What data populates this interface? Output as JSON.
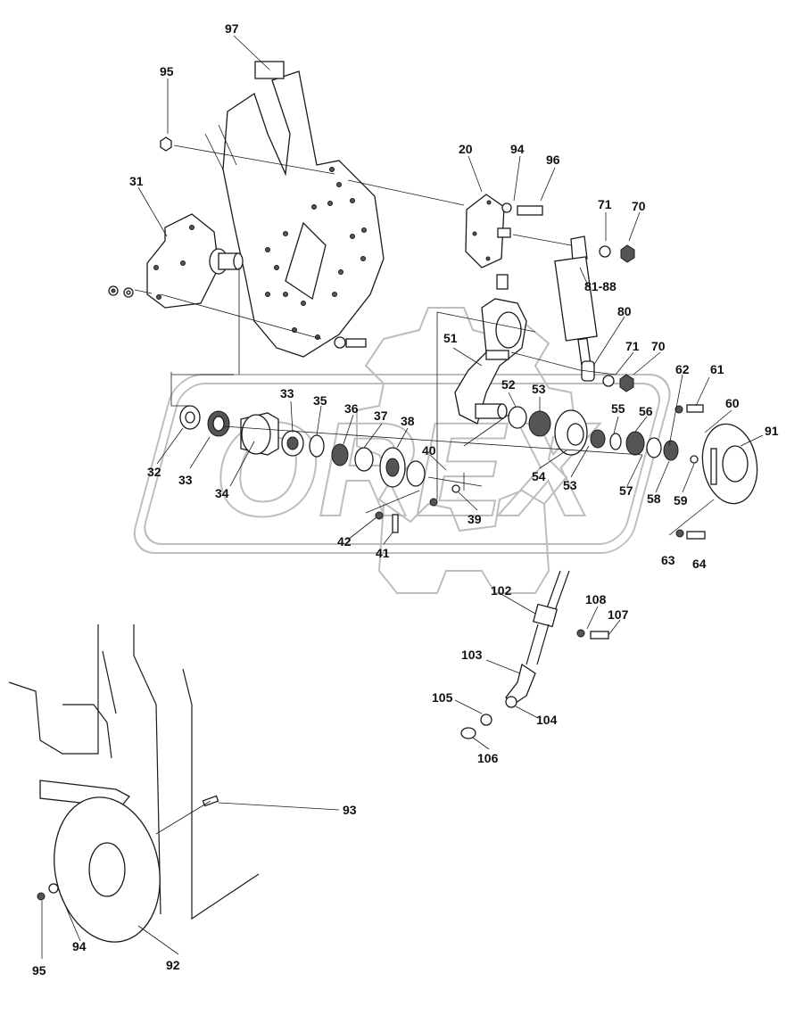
{
  "watermark": "OREX",
  "callouts": [
    {
      "id": "c97",
      "text": "97"
    },
    {
      "id": "c95a",
      "text": "95"
    },
    {
      "id": "c31",
      "text": "31"
    },
    {
      "id": "c20",
      "text": "20"
    },
    {
      "id": "c94a",
      "text": "94"
    },
    {
      "id": "c96",
      "text": "96"
    },
    {
      "id": "c71a",
      "text": "71"
    },
    {
      "id": "c70a",
      "text": "70"
    },
    {
      "id": "c8188",
      "text": "81-88"
    },
    {
      "id": "c80",
      "text": "80"
    },
    {
      "id": "c71b",
      "text": "71"
    },
    {
      "id": "c70b",
      "text": "70"
    },
    {
      "id": "c51",
      "text": "51"
    },
    {
      "id": "c52",
      "text": "52"
    },
    {
      "id": "c53a",
      "text": "53"
    },
    {
      "id": "c62",
      "text": "62"
    },
    {
      "id": "c61",
      "text": "61"
    },
    {
      "id": "c60",
      "text": "60"
    },
    {
      "id": "c91",
      "text": "91"
    },
    {
      "id": "c33a",
      "text": "33"
    },
    {
      "id": "c35",
      "text": "35"
    },
    {
      "id": "c36",
      "text": "36"
    },
    {
      "id": "c37",
      "text": "37"
    },
    {
      "id": "c38",
      "text": "38"
    },
    {
      "id": "c55",
      "text": "55"
    },
    {
      "id": "c56",
      "text": "56"
    },
    {
      "id": "c32",
      "text": "32"
    },
    {
      "id": "c33b",
      "text": "33"
    },
    {
      "id": "c34",
      "text": "34"
    },
    {
      "id": "c40",
      "text": "40"
    },
    {
      "id": "c54",
      "text": "54"
    },
    {
      "id": "c53b",
      "text": "53"
    },
    {
      "id": "c57",
      "text": "57"
    },
    {
      "id": "c58",
      "text": "58"
    },
    {
      "id": "c59",
      "text": "59"
    },
    {
      "id": "c39",
      "text": "39"
    },
    {
      "id": "c42",
      "text": "42"
    },
    {
      "id": "c41",
      "text": "41"
    },
    {
      "id": "c63",
      "text": "63"
    },
    {
      "id": "c64",
      "text": "64"
    },
    {
      "id": "c102",
      "text": "102"
    },
    {
      "id": "c108",
      "text": "108"
    },
    {
      "id": "c107",
      "text": "107"
    },
    {
      "id": "c103",
      "text": "103"
    },
    {
      "id": "c105",
      "text": "105"
    },
    {
      "id": "c104",
      "text": "104"
    },
    {
      "id": "c106",
      "text": "106"
    },
    {
      "id": "c93",
      "text": "93"
    },
    {
      "id": "c94b",
      "text": "94"
    },
    {
      "id": "c95b",
      "text": "95"
    },
    {
      "id": "c92",
      "text": "92"
    }
  ]
}
